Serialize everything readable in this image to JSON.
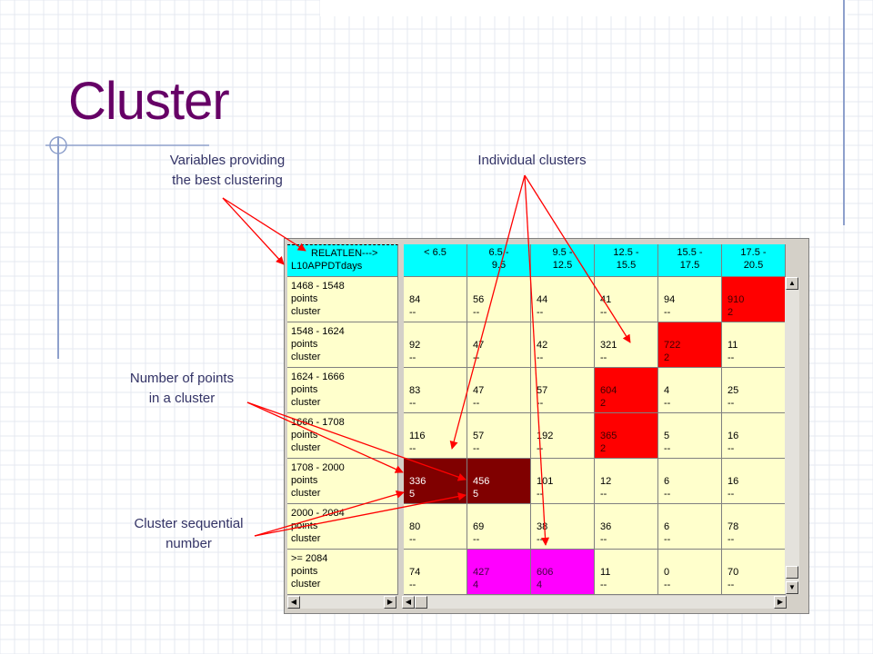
{
  "slide": {
    "title": "Cluster",
    "annotations": {
      "variables": [
        "Variables providing",
        "the best clustering"
      ],
      "individual": [
        "Individual clusters"
      ],
      "points": [
        "Number of points",
        "in a cluster"
      ],
      "sequential": [
        "Cluster sequential",
        "number"
      ]
    }
  },
  "colors": {
    "title": "#660066",
    "header": "#00ffff",
    "cell": "#ffffcc",
    "red": "#ff0000",
    "maroon": "#800000",
    "magenta": "#ff00ff",
    "arrow": "#ff0000"
  },
  "table": {
    "corner": [
      "RELATLEN--->",
      "L10APPDTdays"
    ],
    "columns": [
      [
        "< 6.5",
        ""
      ],
      [
        "6.5 -",
        "9.5"
      ],
      [
        "9.5 -",
        "12.5"
      ],
      [
        "12.5 -",
        "15.5"
      ],
      [
        "15.5 -",
        "17.5"
      ],
      [
        "17.5 -",
        "20.5"
      ]
    ],
    "row_sublabels": [
      "points",
      "cluster"
    ],
    "rows": [
      {
        "label": "1468 - 1548",
        "cells": [
          [
            "84",
            "--"
          ],
          [
            "56",
            "--"
          ],
          [
            "44",
            "--"
          ],
          [
            "41",
            "--"
          ],
          [
            "94",
            "--"
          ],
          [
            "910",
            "2"
          ]
        ]
      },
      {
        "label": "1548 - 1624",
        "cells": [
          [
            "92",
            "--"
          ],
          [
            "47",
            "--"
          ],
          [
            "42",
            "--"
          ],
          [
            "321",
            "--"
          ],
          [
            "722",
            "2"
          ],
          [
            "11",
            "--"
          ]
        ]
      },
      {
        "label": "1624 - 1666",
        "cells": [
          [
            "83",
            "--"
          ],
          [
            "47",
            "--"
          ],
          [
            "57",
            "--"
          ],
          [
            "604",
            "2"
          ],
          [
            "4",
            "--"
          ],
          [
            "25",
            "--"
          ]
        ]
      },
      {
        "label": "1666 - 1708",
        "cells": [
          [
            "116",
            "--"
          ],
          [
            "57",
            "--"
          ],
          [
            "192",
            "--"
          ],
          [
            "365",
            "2"
          ],
          [
            "5",
            "--"
          ],
          [
            "16",
            "--"
          ]
        ]
      },
      {
        "label": "1708 - 2000",
        "cells": [
          [
            "336",
            "5"
          ],
          [
            "456",
            "5"
          ],
          [
            "101",
            "--"
          ],
          [
            "12",
            "--"
          ],
          [
            "6",
            "--"
          ],
          [
            "16",
            "--"
          ]
        ]
      },
      {
        "label": "2000 - 2084",
        "cells": [
          [
            "80",
            "--"
          ],
          [
            "69",
            "--"
          ],
          [
            "38",
            "--"
          ],
          [
            "36",
            "--"
          ],
          [
            "6",
            "--"
          ],
          [
            "78",
            "--"
          ]
        ]
      },
      {
        "label": ">= 2084",
        "cells": [
          [
            "74",
            "--"
          ],
          [
            "427",
            "4"
          ],
          [
            "606",
            "4"
          ],
          [
            "11",
            "--"
          ],
          [
            "0",
            "--"
          ],
          [
            "70",
            "--"
          ]
        ]
      }
    ],
    "highlights": [
      {
        "row": 0,
        "col": 5,
        "color": "red"
      },
      {
        "row": 1,
        "col": 4,
        "color": "red"
      },
      {
        "row": 2,
        "col": 3,
        "color": "red"
      },
      {
        "row": 3,
        "col": 3,
        "color": "red"
      },
      {
        "row": 4,
        "col": 0,
        "color": "maroon"
      },
      {
        "row": 4,
        "col": 1,
        "color": "maroon"
      },
      {
        "row": 6,
        "col": 1,
        "color": "magenta"
      },
      {
        "row": 6,
        "col": 2,
        "color": "magenta"
      }
    ]
  },
  "icons": {
    "scroll_up": "triangle-up-icon",
    "scroll_down": "triangle-down-icon",
    "scroll_left": "triangle-left-icon",
    "scroll_right": "triangle-right-icon"
  }
}
